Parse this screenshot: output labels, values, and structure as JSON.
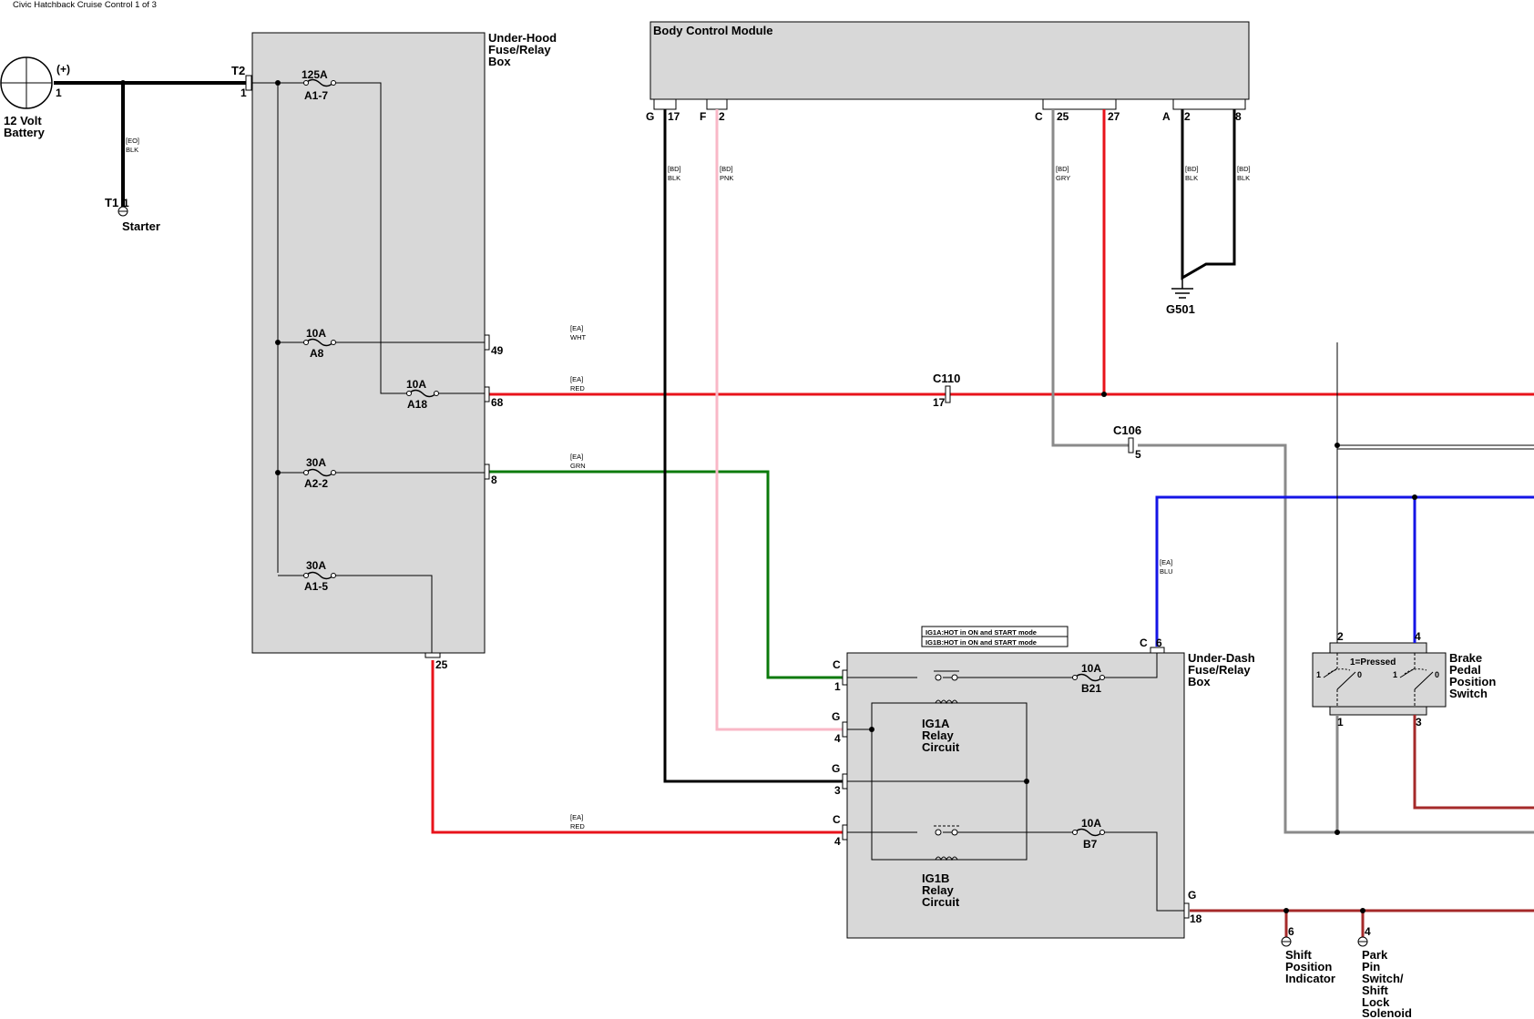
{
  "header": {
    "title": "Civic Hatchback Cruise Control 1 of 3"
  },
  "colors": {
    "black": "#000000",
    "red": "#e8131b",
    "green": "#0b7a0b",
    "pink": "#f9b8c7",
    "gray": "#8a8a8a",
    "blue": "#1414e6",
    "dark_red": "#a52a2a",
    "box_fill": "#d8d8d8"
  },
  "battery": {
    "line1": "12 Volt",
    "line2": "Battery",
    "terminal": "(+)",
    "pin": "1"
  },
  "starter": {
    "label": "Starter",
    "terminal": "T1",
    "pin": "1",
    "wire_code": "[EO]",
    "wire_color": "BLK"
  },
  "under_hood_box": {
    "name_line1": "Under-Hood",
    "name_line2": "Fuse/Relay",
    "name_line3": "Box",
    "input_terminal": "T2",
    "input_pin": "1",
    "fuses": [
      {
        "rating": "125A",
        "id": "A1-7"
      },
      {
        "rating": "10A",
        "id": "A8"
      },
      {
        "rating": "10A",
        "id": "A18"
      },
      {
        "rating": "30A",
        "id": "A2-2"
      },
      {
        "rating": "30A",
        "id": "A1-5"
      }
    ],
    "pins": {
      "p49": "49",
      "p68": "68",
      "p8": "8",
      "p25": "25"
    }
  },
  "bcm": {
    "name": "Body Control Module",
    "pins": [
      {
        "connector": "G",
        "pin": "17",
        "wire_code": "[BD]",
        "wire_color": "BLK"
      },
      {
        "connector": "F",
        "pin": "2",
        "wire_code": "[BD]",
        "wire_color": "PNK"
      },
      {
        "connector": "C",
        "pin": "25",
        "wire_code": "[BD]",
        "wire_color": "GRY"
      },
      {
        "connector": "",
        "pin": "27"
      },
      {
        "connector": "A",
        "pin": "2",
        "wire_code": "[BD]",
        "wire_color": "BLK"
      },
      {
        "connector": "",
        "pin": "8",
        "wire_code": "[BD]",
        "wire_color": "BLK"
      }
    ]
  },
  "ground": {
    "label": "G501"
  },
  "wires": {
    "wht": {
      "code": "[EA]",
      "color": "WHT"
    },
    "red_68": {
      "code": "[EA]",
      "color": "RED"
    },
    "grn": {
      "code": "[EA]",
      "color": "GRN"
    },
    "blu": {
      "code": "[EA]",
      "color": "BLU"
    },
    "red_25": {
      "code": "[EA]",
      "color": "RED"
    }
  },
  "inline_connectors": [
    {
      "name": "C110",
      "pin": "17"
    },
    {
      "name": "C106",
      "pin": "5"
    }
  ],
  "under_dash_box": {
    "name_line1": "Under-Dash",
    "name_line2": "Fuse/Relay",
    "name_line3": "Box",
    "notes": [
      "IG1A:HOT in ON and START mode",
      "IG1B:HOT in ON and START mode"
    ],
    "pins": [
      {
        "connector": "C",
        "pin": "1"
      },
      {
        "connector": "G",
        "pin": "4"
      },
      {
        "connector": "G",
        "pin": "3"
      },
      {
        "connector": "C",
        "pin": "4"
      },
      {
        "connector": "C",
        "pin": "6"
      },
      {
        "connector": "G",
        "pin": "18"
      }
    ],
    "fuses": [
      {
        "rating": "10A",
        "id": "B21"
      },
      {
        "rating": "10A",
        "id": "B7"
      }
    ],
    "relays": [
      {
        "line1": "IG1A",
        "line2": "Relay",
        "line3": "Circuit"
      },
      {
        "line1": "IG1B",
        "line2": "Relay",
        "line3": "Circuit"
      }
    ]
  },
  "brake_switch": {
    "name_line1": "Brake",
    "name_line2": "Pedal",
    "name_line3": "Position",
    "name_line4": "Switch",
    "legend": "1=Pressed",
    "pins": {
      "top_left": "2",
      "top_right": "4",
      "bottom_left": "1",
      "bottom_right": "3"
    },
    "contacts": {
      "left_1": "1",
      "left_0": "0",
      "right_1": "1",
      "right_0": "0"
    }
  },
  "destinations": [
    {
      "pin": "6",
      "line1": "Shift",
      "line2": "Position",
      "line3": "Indicator"
    },
    {
      "pin": "4",
      "line1": "Park",
      "line2": "Pin",
      "line3": "Switch/",
      "line4": "Shift",
      "line5": "Lock",
      "line6": "Solenoid"
    }
  ]
}
